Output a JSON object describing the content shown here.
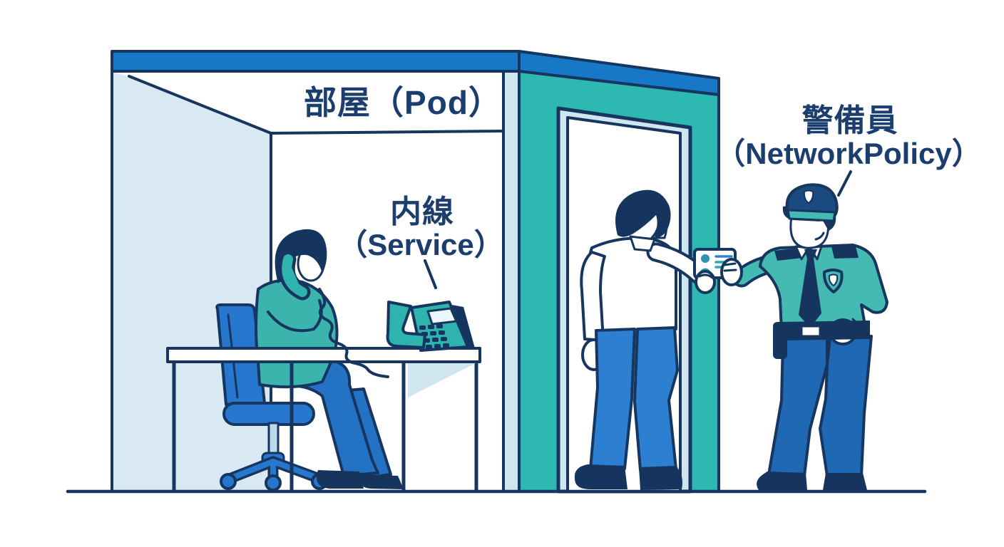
{
  "labels": {
    "pod": "部屋（Pod）",
    "service_line1": "内線",
    "service_line2": "（Service）",
    "network_policy_line1": "警備員",
    "network_policy_line2": "（NetworkPolicy）"
  },
  "colors": {
    "outline_navy": "#17365f",
    "text_navy": "#1c3e6e",
    "roof_blue": "#1878c8",
    "wall_teal": "#2eb8b2",
    "wall_light_blue": "#d9e9f4",
    "door_lining_blue": "#cfe5f0",
    "chair_blue": "#2677cd",
    "visitor_pants_blue": "#2d7fd2",
    "woman_pants_blue": "#2472c4",
    "guard_pants_blue": "#1e68b4",
    "woman_sweater_teal": "#3cb4ae",
    "guard_shirt_teal": "#44bab2",
    "phone_teal": "#2eb3ae",
    "cap_blue": "#1a4a80",
    "card_icon_blue": "#2e93ad",
    "card_line_teal": "#2aa7b8",
    "card_line_blue": "#2b87c8",
    "hair_navy": "#16355e"
  }
}
